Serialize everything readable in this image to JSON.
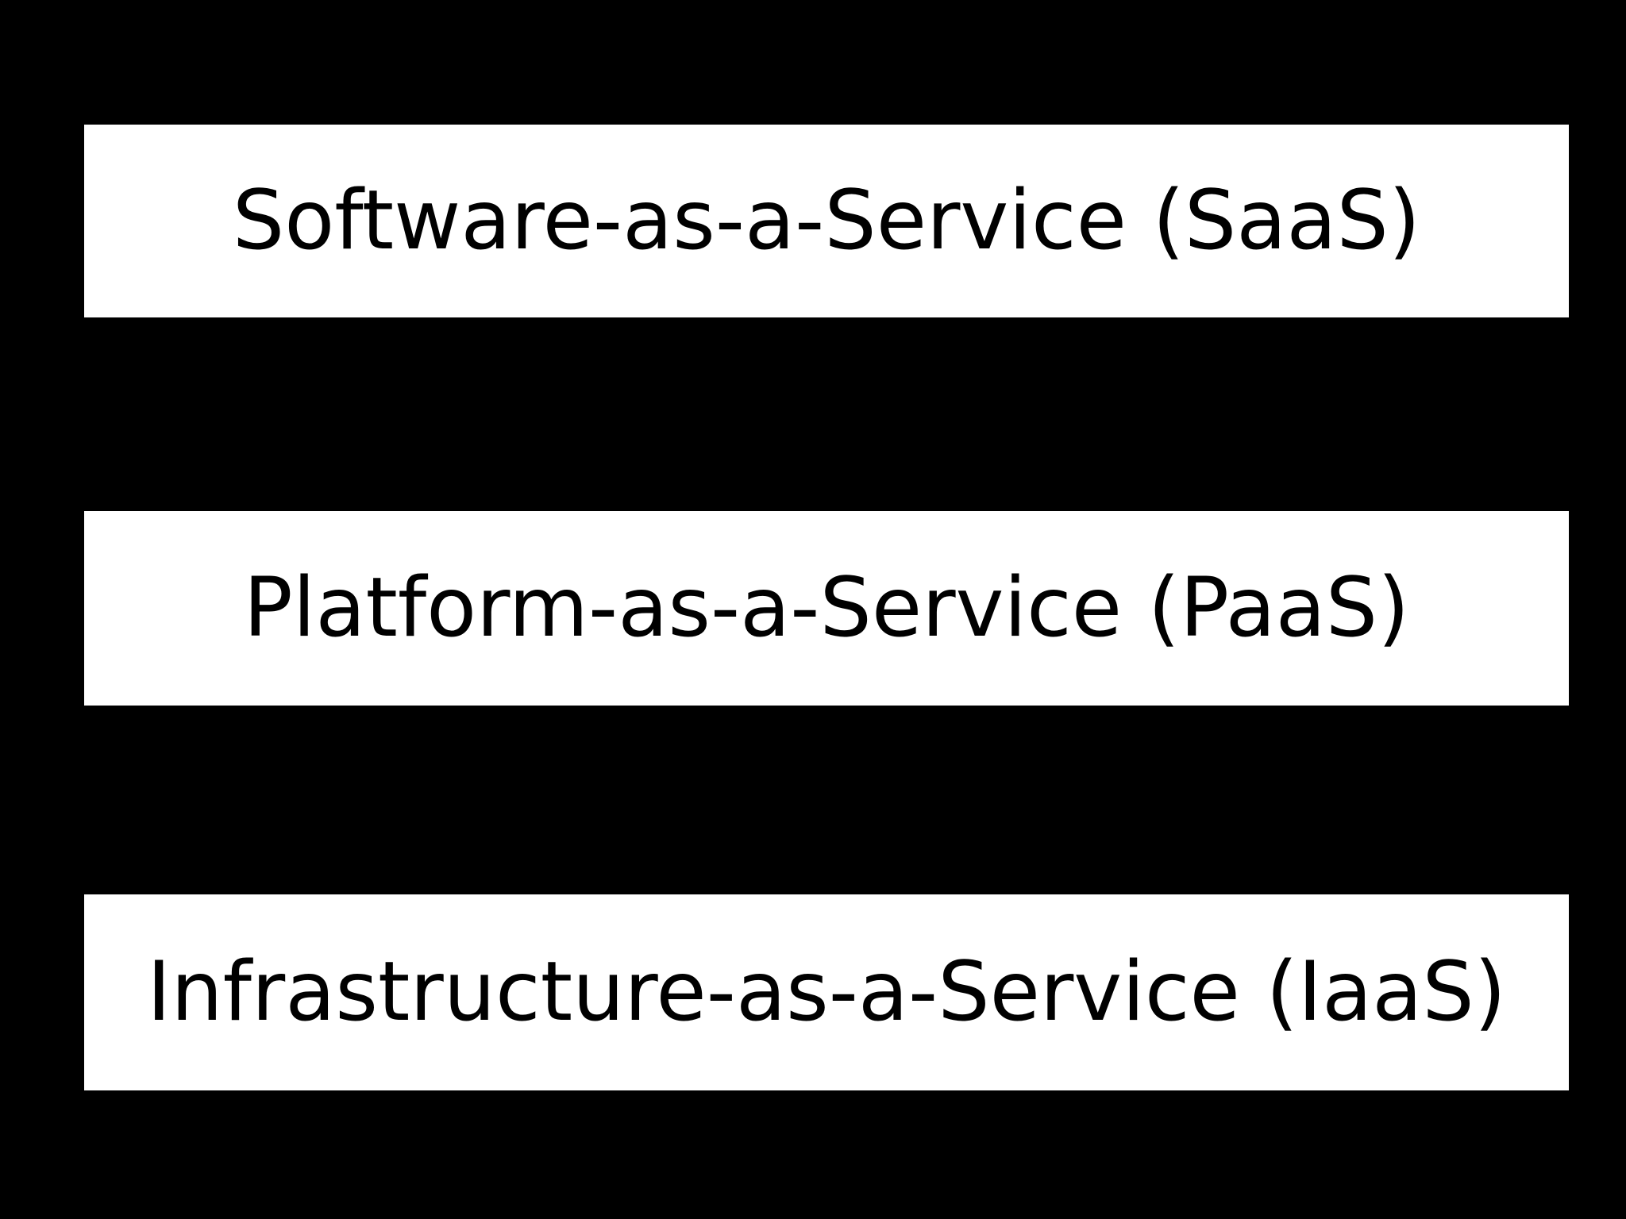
{
  "diagram": {
    "type": "stacked-layers",
    "background_color": "#000000",
    "box_color": "#ffffff",
    "text_color": "#000000",
    "layers": [
      {
        "id": "saas",
        "label": "Software-as-a-Service (SaaS)",
        "abbreviation": "SaaS",
        "position": "top"
      },
      {
        "id": "paas",
        "label": "Platform-as-a-Service (PaaS)",
        "abbreviation": "PaaS",
        "position": "middle"
      },
      {
        "id": "iaas",
        "label": "Infrastructure-as-a-Service (IaaS)",
        "abbreviation": "IaaS",
        "position": "bottom"
      }
    ]
  }
}
